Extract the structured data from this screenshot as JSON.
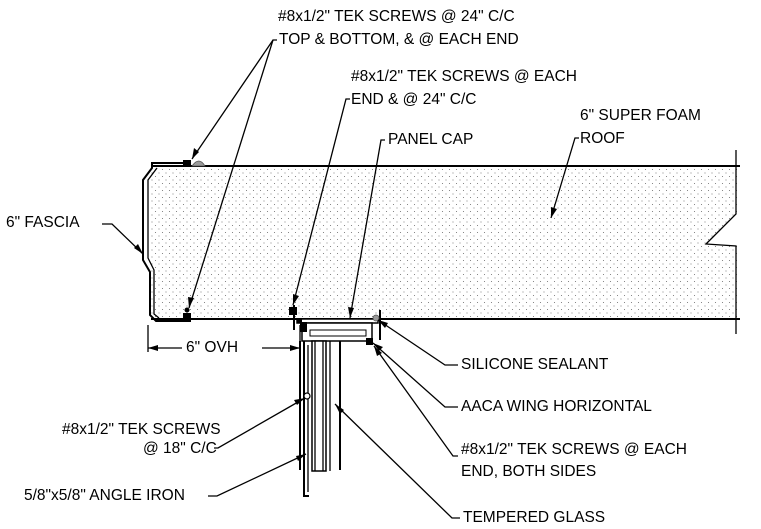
{
  "labels": {
    "tek_top_1": "#8x1/2\" TEK SCREWS @ 24\" C/C",
    "tek_top_2": "TOP & BOTTOM, & @ EACH END",
    "tek_end_1": "#8x1/2\" TEK SCREWS @ EACH",
    "tek_end_2": "END & @ 24\" C/C",
    "panel_cap": "PANEL CAP",
    "roof_1": "6\" SUPER FOAM",
    "roof_2": "ROOF",
    "fascia": "6\" FASCIA",
    "ovh": "6\" OVH",
    "silicone": "SILICONE SEALANT",
    "wing": "AACA WING HORIZONTAL",
    "tek_18_1": "#8x1/2\" TEK SCREWS",
    "tek_18_2": "@ 18\" C/C",
    "tek_both_1": "#8x1/2\" TEK SCREWS @ EACH",
    "tek_both_2": "END, BOTH SIDES",
    "angle": "5/8\"x5/8\" ANGLE IRON",
    "glass": "TEMPERED GLASS"
  }
}
